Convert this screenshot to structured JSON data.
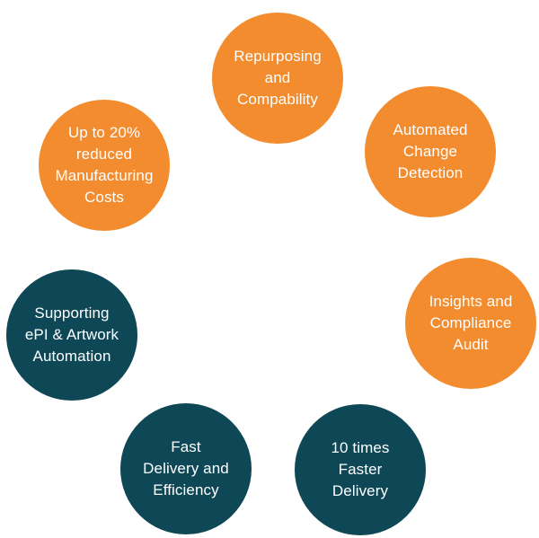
{
  "colors": {
    "orange": "#F28C2E",
    "teal": "#0E4756",
    "text": "#FFFFFF"
  },
  "nodes": [
    {
      "label": "Repurposing\nand\nCompability",
      "color": "orange"
    },
    {
      "label": "Automated\nChange\nDetection",
      "color": "orange"
    },
    {
      "label": "Insights and\nCompliance\nAudit",
      "color": "orange"
    },
    {
      "label": "10 times\nFaster\nDelivery",
      "color": "teal"
    },
    {
      "label": "Fast\nDelivery and\nEfficiency",
      "color": "teal"
    },
    {
      "label": "Supporting\nePI & Artwork\nAutomation",
      "color": "teal"
    },
    {
      "label": "Up to 20%\nreduced\nManufacturing\nCosts",
      "color": "orange"
    }
  ]
}
